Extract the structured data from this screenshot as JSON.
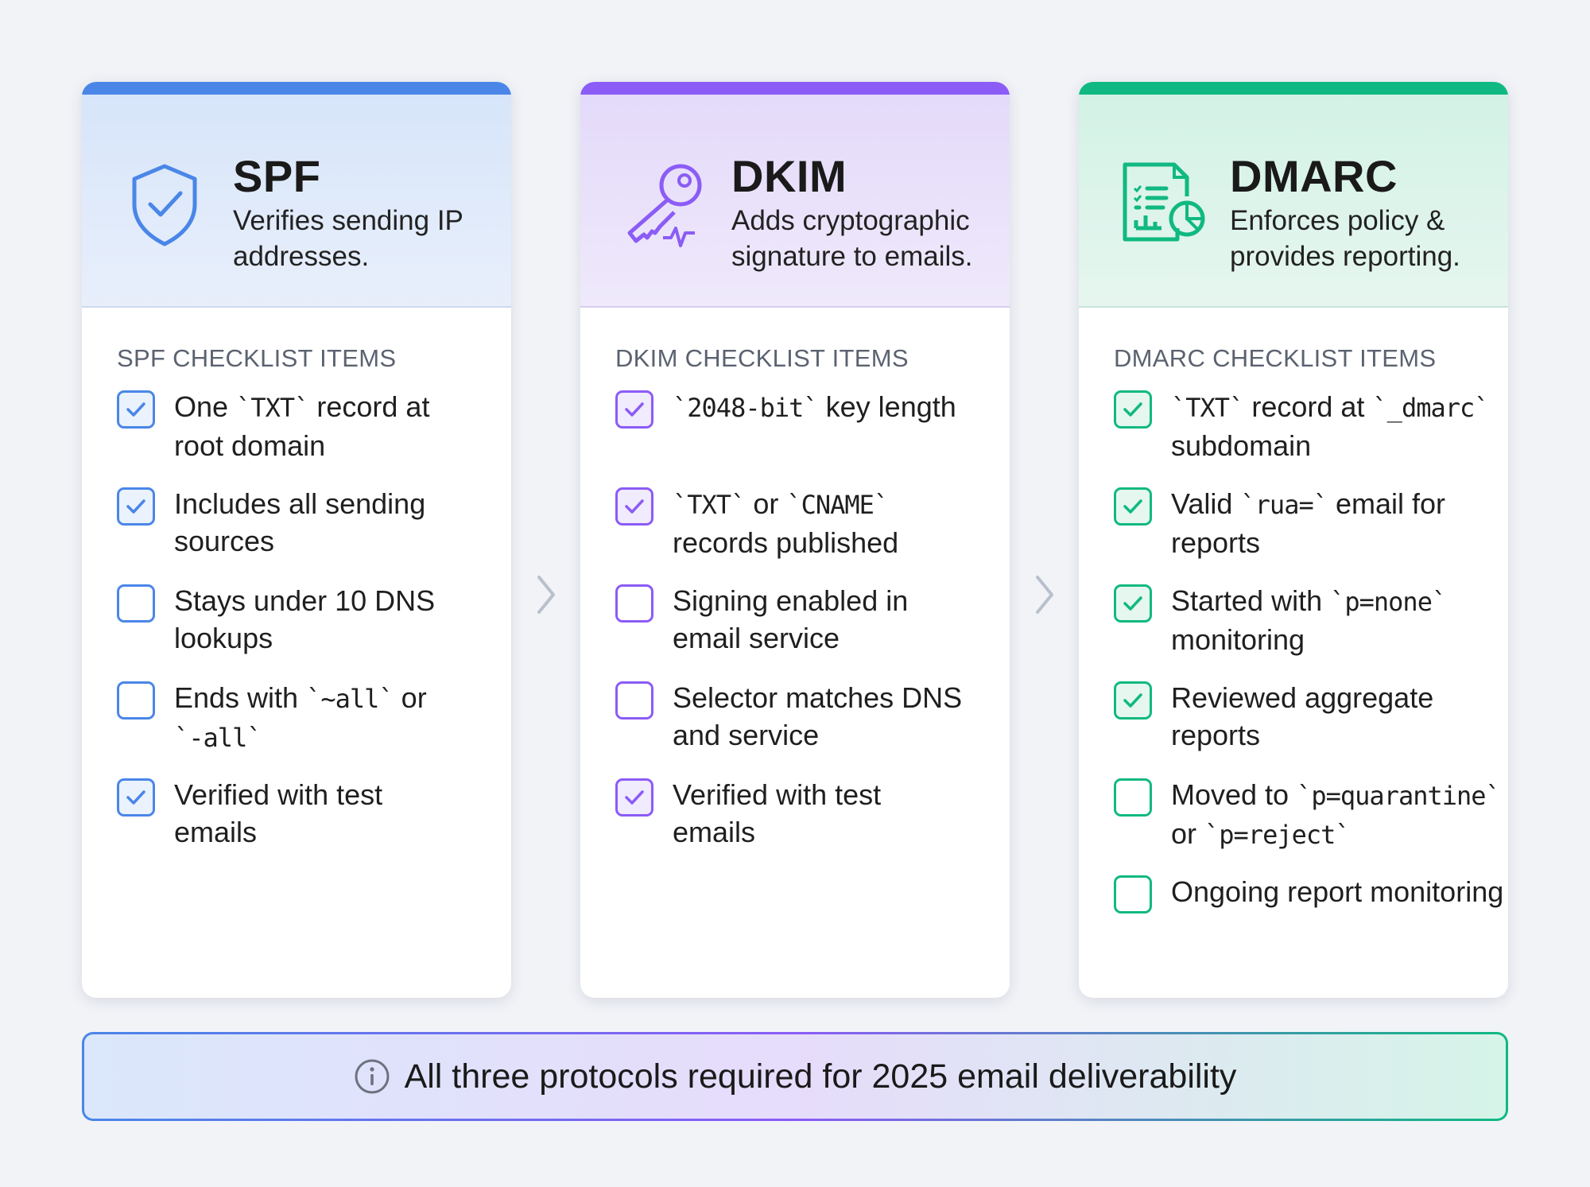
{
  "colors": {
    "spf": "#4a86e8",
    "dkim": "#8b5cf6",
    "dmarc": "#10b981",
    "background": "#f1f3f7"
  },
  "cards": [
    {
      "key": "spf",
      "icon": "shield-check-icon",
      "title": "SPF",
      "description": "Verifies sending IP addresses.",
      "checklist_title": "SPF CHECKLIST ITEMS",
      "items": [
        {
          "text": "One `TXT` record at root domain",
          "checked": true
        },
        {
          "text": "Includes all sending sources",
          "checked": true
        },
        {
          "text": "Stays under 10 DNS lookups",
          "checked": false
        },
        {
          "text": "Ends with `~all` or `-all`",
          "checked": false
        },
        {
          "text": "Verified with test emails",
          "checked": true
        }
      ]
    },
    {
      "key": "dkim",
      "icon": "key-signature-icon",
      "title": "DKIM",
      "description": "Adds cryptographic signature to emails.",
      "checklist_title": "DKIM CHECKLIST ITEMS",
      "items": [
        {
          "text": "`2048-bit` key length",
          "checked": true
        },
        {
          "text": "`TXT` or `CNAME` records published",
          "checked": true
        },
        {
          "text": "Signing enabled in email service",
          "checked": false
        },
        {
          "text": "Selector matches DNS and service",
          "checked": false
        },
        {
          "text": "Verified with test emails",
          "checked": true
        }
      ]
    },
    {
      "key": "dmarc",
      "icon": "report-document-icon",
      "title": "DMARC",
      "description": "Enforces policy & provides reporting.",
      "checklist_title": "DMARC CHECKLIST ITEMS",
      "items": [
        {
          "text": "`TXT` record at `_dmarc` subdomain",
          "checked": true
        },
        {
          "text": "Valid `rua=` email for reports",
          "checked": true
        },
        {
          "text": "Started with `p=none` monitoring",
          "checked": true
        },
        {
          "text": "Reviewed aggregate reports",
          "checked": true
        },
        {
          "text": "Moved to `p=quarantine` or `p=reject`",
          "checked": false
        },
        {
          "text": "Ongoing report monitoring",
          "checked": false
        }
      ]
    }
  ],
  "banner": {
    "icon": "info-icon",
    "text": "All three protocols required for 2025 email deliverability"
  }
}
